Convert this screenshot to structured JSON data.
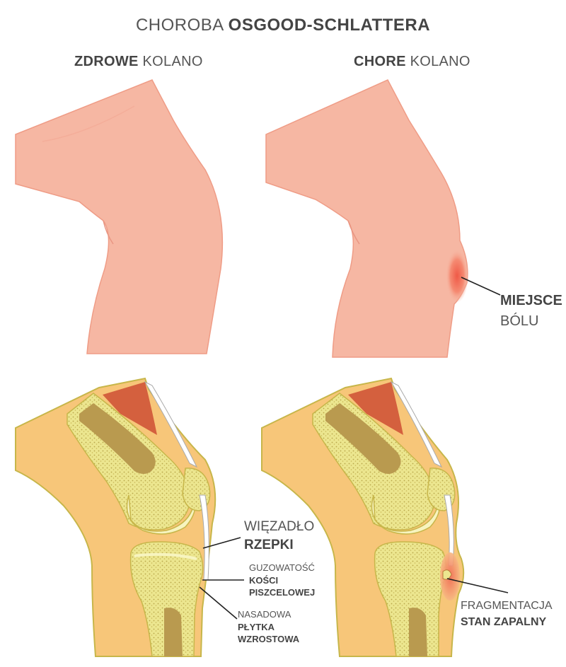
{
  "title": {
    "light": "CHOROBA ",
    "bold": "OSGOOD-SCHLATTERA"
  },
  "left_heading": {
    "bold": "ZDROWE",
    "light": " KOLANO"
  },
  "right_heading": {
    "bold": "CHORE",
    "light": " KOLANO"
  },
  "pain_label": {
    "bold": "MIEJSCE",
    "light": "BÓLU"
  },
  "ligament_label": {
    "light": "WIĘZADŁO",
    "bold": "RZEPKI"
  },
  "tuberosity_label": {
    "light": "GUZOWATOŚĆ",
    "bold1": "KOŚCI",
    "bold2": "PISZCELOWEJ"
  },
  "growth_plate_label": {
    "light": "NASADOWA",
    "bold1": "PŁYTKA",
    "bold2": "WZROSTOWA"
  },
  "fragmentation_label": {
    "light": "FRAGMENTACJA",
    "bold": "STAN ZAPALNY"
  },
  "colors": {
    "skin": "#f6b7a3",
    "skin_edge": "#e99683",
    "inflamed": "#f06a55",
    "tissue": "#f7c679",
    "tissue_edge": "#c7b64a",
    "bone": "#f2eea0",
    "marrow": "#b99a4f",
    "muscle": "#d4603e",
    "cartilage": "#f7f4bf"
  }
}
